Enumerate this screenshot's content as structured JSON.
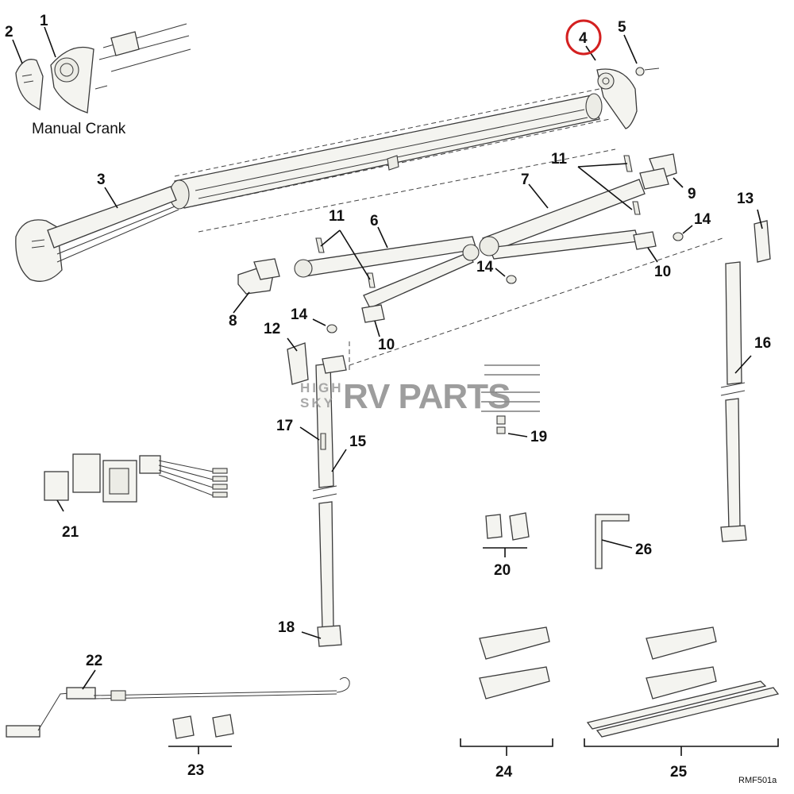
{
  "diagram": {
    "caption_manual_crank": "Manual Crank",
    "drawing_code": "RMF501a",
    "highlight_color": "#d42020",
    "highlighted_part": "4",
    "watermark": {
      "line1": "HIGH",
      "line2": "SKY",
      "brand": "RV PARTS"
    },
    "callouts": {
      "p1": "1",
      "p2": "2",
      "p3": "3",
      "p4": "4",
      "p5": "5",
      "p6": "6",
      "p7": "7",
      "p8": "8",
      "p9": "9",
      "p10a": "10",
      "p10b": "10",
      "p11a": "11",
      "p11b": "11",
      "p12": "12",
      "p13": "13",
      "p14a": "14",
      "p14b": "14",
      "p14c": "14",
      "p15": "15",
      "p16": "16",
      "p17": "17",
      "p18": "18",
      "p19": "19",
      "p20": "20",
      "p21": "21",
      "p22": "22",
      "p23": "23",
      "p24": "24",
      "p25": "25",
      "p26": "26"
    }
  }
}
